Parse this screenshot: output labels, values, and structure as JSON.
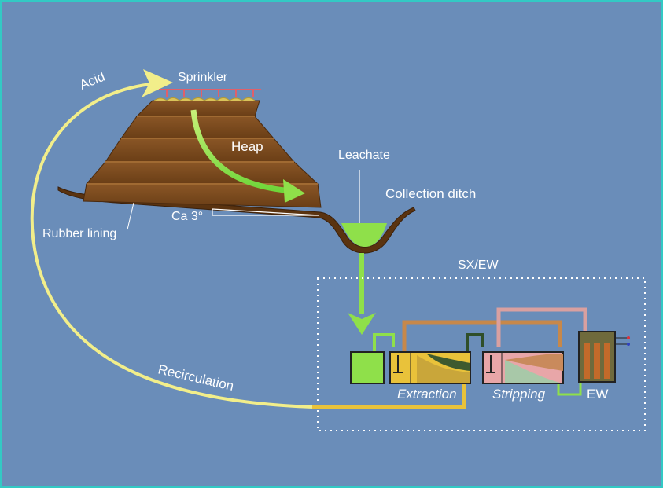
{
  "labels": {
    "acid": "Acid",
    "sprinkler": "Sprinkler",
    "heap": "Heap",
    "leachate": "Leachate",
    "collection_ditch": "Collection ditch",
    "rubber_lining": "Rubber lining",
    "angle": "Ca 3°",
    "sx_ew": "SX/EW",
    "recirculation": "Recirculation",
    "extraction": "Extraction",
    "stripping": "Stripping",
    "ew": "EW"
  },
  "colors": {
    "background": "#6a8db9",
    "border": "#33c9c4",
    "heap": "#7a4a1e",
    "acid_arrow": "#f2ee8a",
    "flow_arrow": "#8fe04a",
    "leachate": "#8fe04a",
    "sprinkler": "#e0606a",
    "extraction": "#e9c23a",
    "stripping": "#e8a6a8",
    "ew": "#6f6a3c"
  }
}
